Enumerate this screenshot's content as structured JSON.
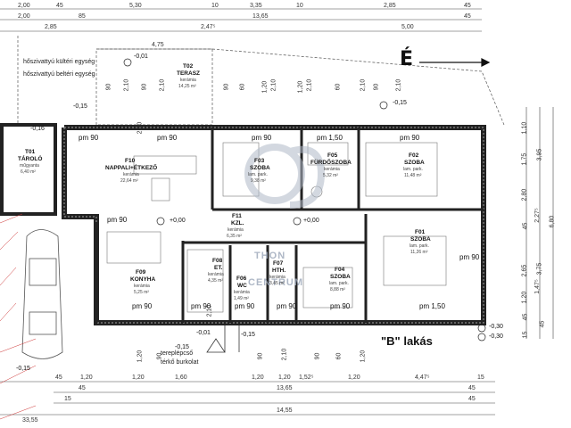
{
  "top_dims_row1": [
    "2,00",
    "45",
    "5,30",
    "10",
    "3,35",
    "10",
    "2,85",
    "45"
  ],
  "top_dims_row2": [
    "2,00",
    "85",
    "2,47⁵",
    "13,65",
    "5,00",
    "45"
  ],
  "top_dims_row3": [
    "2,85",
    "4,75"
  ],
  "bottom_dims_row1": [
    "45",
    "1,20",
    "1,20",
    "1,60",
    "1,20",
    "1,20",
    "1,52⁵",
    "1,20",
    "4,47⁵",
    "15"
  ],
  "bottom_dims_row2": [
    "45",
    "13,65",
    "45"
  ],
  "bottom_dims_row3": [
    "15",
    "14,55",
    "45"
  ],
  "bottom_dims_row4": [
    "33,55"
  ],
  "right_dims": [
    "1,10",
    "1,75",
    "2,80",
    "45",
    "2,65",
    "1,20",
    "45",
    "15"
  ],
  "right_dims2": [
    "3,95",
    "2,27⁵",
    "6,80",
    "1,47⁵",
    "3,75",
    "45"
  ],
  "notes": {
    "outer_unit": "hőszivattyú kültéri egység",
    "inner_unit": "hőszivattyú beltéri egység",
    "north": "É",
    "apartment": "\"B\" lakás",
    "steps": "tereplépcső",
    "paving": "térkő burkolat"
  },
  "rooms": [
    {
      "code": "T02",
      "name": "TERASZ",
      "finish": "kerámia",
      "area": "14,25 m²"
    },
    {
      "code": "T01",
      "name": "TÁROLÓ",
      "finish": "műgyanta",
      "area": "6,40 m²"
    },
    {
      "code": "F10",
      "name": "NAPPALI+ÉTKEZŐ",
      "finish": "kerámia",
      "area": "22,64 m²"
    },
    {
      "code": "F03",
      "name": "SZOBA",
      "finish": "lam. park.",
      "area": "9,38 m²"
    },
    {
      "code": "F05",
      "name": "FÜRDŐSZOBA",
      "finish": "kerámia",
      "area": "5,32 m²"
    },
    {
      "code": "F02",
      "name": "SZOBA",
      "finish": "lam. park.",
      "area": "11,48 m²"
    },
    {
      "code": "F11",
      "name": "KZL.",
      "finish": "kerámia",
      "area": "6,35 m²"
    },
    {
      "code": "F01",
      "name": "SZOBA",
      "finish": "lam. park.",
      "area": "11,26 m²"
    },
    {
      "code": "F09",
      "name": "KONYHA",
      "finish": "kerámia",
      "area": "5,25 m²"
    },
    {
      "code": "F08",
      "name": "ET.",
      "finish": "kerámia",
      "area": "4,35 m²"
    },
    {
      "code": "F06",
      "name": "WC",
      "finish": "kerámia",
      "area": "1,49 m²"
    },
    {
      "code": "F07",
      "name": "HTH.",
      "finish": "kerámia",
      "area": "3,45 m²"
    },
    {
      "code": "F04",
      "name": "SZOBA",
      "finish": "lam. park.",
      "area": "8,88 m²"
    }
  ],
  "windows": [
    "pm 90",
    "pm 90",
    "pm 90",
    "pm 1,50",
    "pm 90",
    "pm 90",
    "pm 90",
    "pm 90",
    "pm 90",
    "pm 90",
    "pm 1,50",
    "pm 90",
    "pm 90"
  ],
  "levels": [
    "-0,01",
    "-0,15",
    "-0,16",
    "+0,00",
    "+0,00",
    "-0,15",
    "-0,01",
    "-0,30",
    "-0,30",
    "-0,15",
    "-0,15",
    "-0,15"
  ],
  "watermark": [
    "THON",
    "CENTRUM"
  ],
  "opening_dims": [
    "90",
    "2,10",
    "90",
    "2,10",
    "90",
    "60",
    "1,20",
    "2,10",
    "1,20",
    "2,10",
    "60",
    "2,10",
    "90",
    "2,10",
    "2,10",
    "1,20",
    "90",
    "2,10",
    "90",
    "2,10",
    "90",
    "60",
    "1,20"
  ]
}
